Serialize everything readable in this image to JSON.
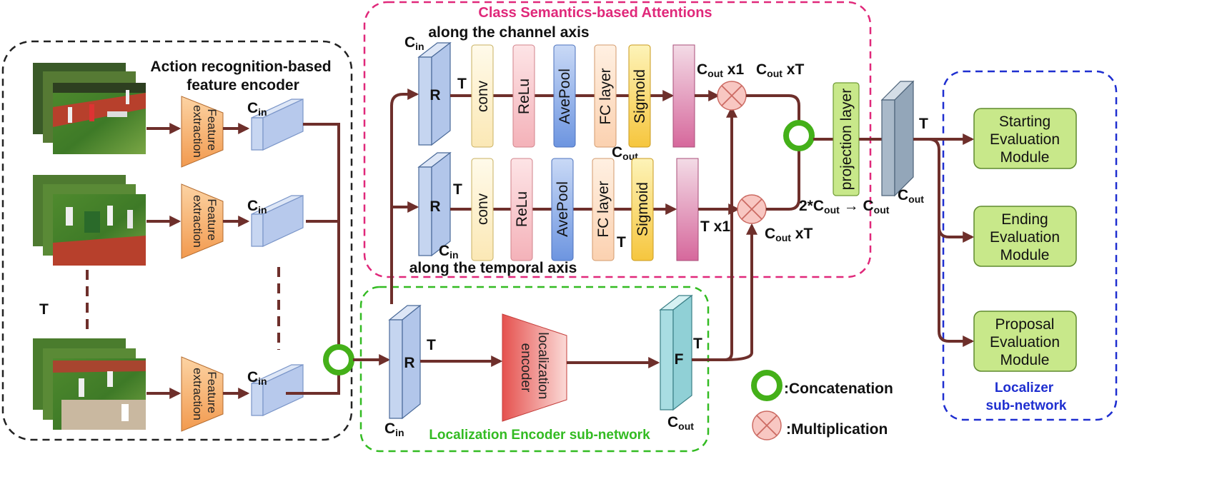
{
  "sections": {
    "attention_title": "Class Semantics-based Attentions",
    "encoder_title_line1": "Action recognition-based",
    "encoder_title_line2": "feature encoder",
    "localization_title": "Localization Encoder sub-network",
    "localizer_title_line1": "Localizer",
    "localizer_title_line2": "sub-network"
  },
  "labels": {
    "T": "T",
    "C": "C",
    "in": "in",
    "out": "out",
    "feature_extraction_line1": "Feature",
    "feature_extraction_line2": "extraction",
    "channel_axis": "along the channel axis",
    "temporal_axis": "along the temporal axis",
    "R": "R",
    "F": "F",
    "conv": "conv",
    "relu": "ReLu",
    "avepool": "AvePool",
    "fc_layer": "FC layer",
    "sigmoid": "Sigmoid",
    "x1": " x1",
    "xT": " xT",
    "T_x1": "T x1",
    "two_star": "2*",
    "arrow_glyph": " → ",
    "projection_layer": "projection layer",
    "localization_encoder_line1": "localization",
    "localization_encoder_line2": "encoder"
  },
  "localizer_modules": [
    {
      "line1": "Starting",
      "line2": "Evaluation",
      "line3": "Module"
    },
    {
      "line1": "Ending",
      "line2": "Evaluation",
      "line3": "Module"
    },
    {
      "line1": "Proposal",
      "line2": "Evaluation",
      "line3": "Module"
    }
  ],
  "legend": {
    "concatenation": ":Concatenation",
    "multiplication": ":Multiplication"
  },
  "colors": {
    "arrow": "#6e2f2b",
    "attention_border": "#e0287a",
    "encoder_border": "#222222",
    "localization_border": "#33bb22",
    "localizer_border": "#1f2fd0",
    "attention_title": "#e0287a",
    "localization_title": "#33bb22",
    "localizer_title": "#1f2fd0",
    "conv": "#fdf3cf",
    "relu": "#f9cdd0",
    "avepool": "#8fb0e8",
    "fc_layer": "#fde2cc",
    "sigmoid": "#fbd96a",
    "module": "#c8e88a",
    "feature_extraction": "#f6a85c",
    "localization_encoder": "#e75a57",
    "concat": "#44b019",
    "multiply": "#f8c7c2"
  }
}
